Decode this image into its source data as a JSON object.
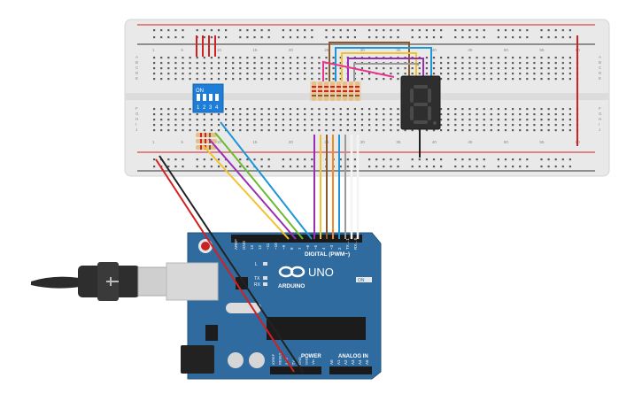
{
  "breadboard": {
    "row_letters_top": [
      "A",
      "B",
      "C",
      "D",
      "E"
    ],
    "row_letters_bottom": [
      "F",
      "G",
      "H",
      "I",
      "J"
    ],
    "col_numbers": [
      "1",
      "5",
      "10",
      "15",
      "20",
      "25",
      "30",
      "35",
      "40",
      "45",
      "50",
      "55",
      "60"
    ]
  },
  "dip_switch": {
    "on_label": "ON",
    "numbers": [
      "1",
      "2",
      "3",
      "4"
    ]
  },
  "arduino": {
    "brand": "ARDUINO",
    "model": "UNO",
    "digital_label": "DIGITAL (PWM~)",
    "power_label": "POWER",
    "analog_label": "ANALOG IN",
    "on_label": "ON",
    "l_label": "L",
    "tx_label": "TX",
    "rx_label": "RX",
    "top_pins": [
      "AREF",
      "GND",
      "13",
      "12",
      "~11",
      "~10",
      "~9",
      "8",
      "7",
      "~6",
      "~5",
      "4",
      "~3",
      "2",
      "TX→1",
      "RX←0"
    ],
    "power_pins": [
      "IOREF",
      "RESET",
      "3.3V",
      "5V",
      "GND",
      "GND",
      "Vin"
    ],
    "analog_pins": [
      "A0",
      "A1",
      "A2",
      "A3",
      "A4",
      "A5"
    ]
  },
  "colors": {
    "board_blue": "#2f6b9e",
    "breadboard": "#e9e9e9",
    "rail_red": "#d32020",
    "rail_dark": "#333333",
    "wire_purple": "#9a2fb3",
    "wire_yellow": "#f2c230",
    "wire_brown": "#8b5a2b",
    "wire_orange": "#f08a24",
    "wire_blue": "#1d95d6",
    "wire_green": "#6dbb2c",
    "wire_gray": "#9a9a9a",
    "wire_white": "#f4f4f4",
    "wire_pink": "#e6358d"
  },
  "icons": [
    "usb-cable-icon",
    "seven-segment-display-icon",
    "dip-switch-icon",
    "resistor-icon",
    "infinity-logo-icon"
  ]
}
